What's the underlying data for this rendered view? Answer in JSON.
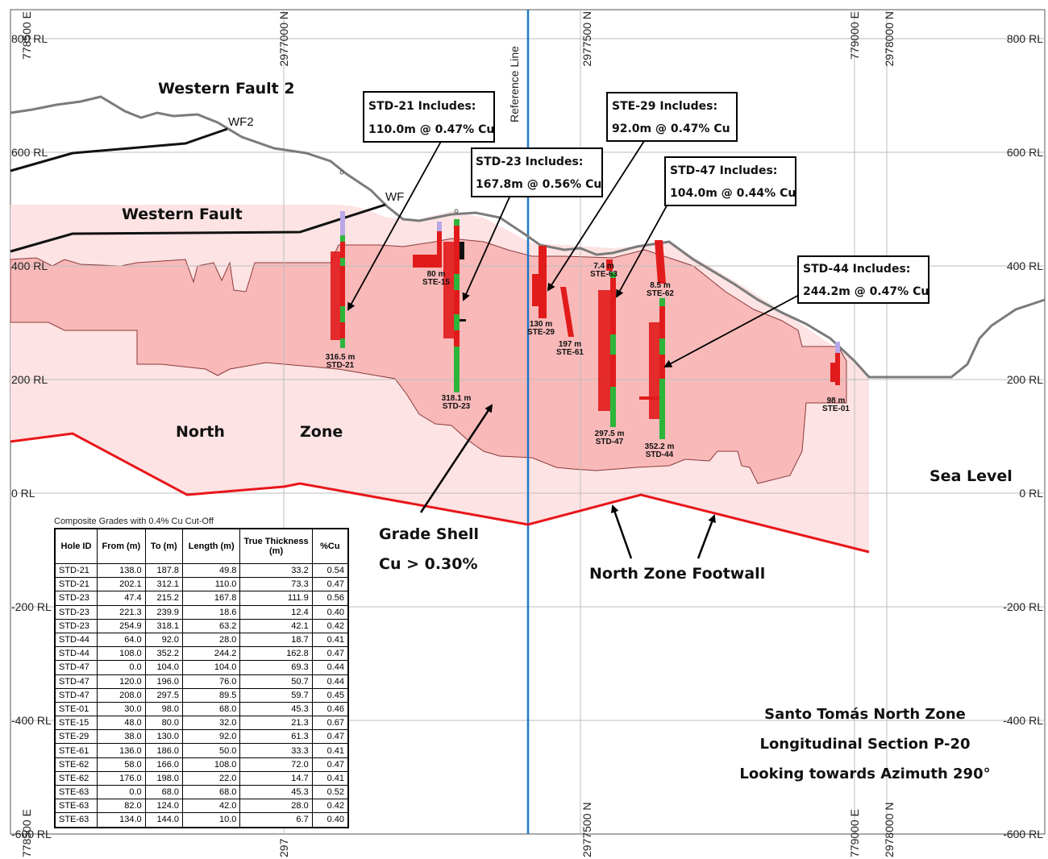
{
  "rl_labels_left": [
    "800 RL",
    "600 RL",
    "400 RL",
    "200 RL",
    "0 RL",
    "-200 RL",
    "-400 RL",
    "-600 RL"
  ],
  "rl_labels_right": [
    "800 RL",
    "600 RL",
    "400 RL",
    "200 RL",
    "0 RL",
    "-200 RL",
    "-400 RL",
    "-600 RL"
  ],
  "top_coords": [
    "778500 E",
    "2977000 N",
    "2977500 N",
    "779000 E",
    "2978000 N"
  ],
  "bottom_coords": [
    "778500 E",
    "297",
    "2977500 N",
    "779000 E",
    "2978000 N"
  ],
  "reference_line_label": "Reference Line",
  "fault_labels": {
    "western_fault_2": "Western Fault 2",
    "wf2": "WF2",
    "western_fault": "Western Fault",
    "wf": "WF"
  },
  "zone_labels": {
    "north": "North",
    "zone": "Zone",
    "sea_level": "Sea Level",
    "grade_shell_1": "Grade Shell",
    "grade_shell_2": "Cu > 0.30%",
    "footwall": "North Zone Footwall"
  },
  "callouts": [
    {
      "line1": "STD-21 Includes:",
      "line2": "110.0m @ 0.47% Cu"
    },
    {
      "line1": "STD-23 Includes:",
      "line2": "167.8m @ 0.56% Cu"
    },
    {
      "line1": "STE-29 Includes:",
      "line2": "92.0m @ 0.47% Cu"
    },
    {
      "line1": "STD-47 Includes:",
      "line2": "104.0m @ 0.44% Cu"
    },
    {
      "line1": "STD-44 Includes:",
      "line2": "244.2m @ 0.47% Cu"
    }
  ],
  "holes": [
    {
      "depth": "316.5 m",
      "id": "STD-21"
    },
    {
      "depth": "80 m",
      "id": "STE-15"
    },
    {
      "depth": "318.1 m",
      "id": "STD-23"
    },
    {
      "depth": "130 m",
      "id": "STE-29"
    },
    {
      "depth": "197 m",
      "id": "STE-61"
    },
    {
      "depth": "7.4 m",
      "id": "STE-63"
    },
    {
      "depth": "297.5 m",
      "id": "STD-47"
    },
    {
      "depth": "8.5 m",
      "id": "STE-62"
    },
    {
      "depth": "352.2 m",
      "id": "STD-44"
    },
    {
      "depth": "98 m",
      "id": "STE-01"
    }
  ],
  "title_block": [
    "Santo Tomás North Zone",
    "Longitudinal Section P-20",
    "Looking towards Azimuth 290°"
  ],
  "grades_table": {
    "title": "Composite Grades with 0.4% Cu Cut-Off",
    "headers": [
      "Hole ID",
      "From (m)",
      "To (m)",
      "Length (m)",
      "True Thickness (m)",
      "%Cu"
    ],
    "rows": [
      [
        "STD-21",
        "138.0",
        "187.8",
        "49.8",
        "33.2",
        "0.54"
      ],
      [
        "STD-21",
        "202.1",
        "312.1",
        "110.0",
        "73.3",
        "0.47"
      ],
      [
        "STD-23",
        "47.4",
        "215.2",
        "167.8",
        "111.9",
        "0.56"
      ],
      [
        "STD-23",
        "221.3",
        "239.9",
        "18.6",
        "12.4",
        "0.40"
      ],
      [
        "STD-23",
        "254.9",
        "318.1",
        "63.2",
        "42.1",
        "0.42"
      ],
      [
        "STD-44",
        "64.0",
        "92.0",
        "28.0",
        "18.7",
        "0.41"
      ],
      [
        "STD-44",
        "108.0",
        "352.2",
        "244.2",
        "162.8",
        "0.47"
      ],
      [
        "STD-47",
        "0.0",
        "104.0",
        "104.0",
        "69.3",
        "0.44"
      ],
      [
        "STD-47",
        "120.0",
        "196.0",
        "76.0",
        "50.7",
        "0.44"
      ],
      [
        "STD-47",
        "208.0",
        "297.5",
        "89.5",
        "59.7",
        "0.45"
      ],
      [
        "STE-01",
        "30.0",
        "98.0",
        "68.0",
        "45.3",
        "0.46"
      ],
      [
        "STE-15",
        "48.0",
        "80.0",
        "32.0",
        "21.3",
        "0.67"
      ],
      [
        "STE-29",
        "38.0",
        "130.0",
        "92.0",
        "61.3",
        "0.47"
      ],
      [
        "STE-61",
        "136.0",
        "186.0",
        "50.0",
        "33.3",
        "0.41"
      ],
      [
        "STE-62",
        "58.0",
        "166.0",
        "108.0",
        "72.0",
        "0.47"
      ],
      [
        "STE-62",
        "176.0",
        "198.0",
        "22.0",
        "14.7",
        "0.41"
      ],
      [
        "STE-63",
        "0.0",
        "68.0",
        "68.0",
        "45.3",
        "0.52"
      ],
      [
        "STE-63",
        "82.0",
        "124.0",
        "42.0",
        "28.0",
        "0.42"
      ],
      [
        "STE-63",
        "134.0",
        "144.0",
        "10.0",
        "6.7",
        "0.40"
      ]
    ]
  },
  "colors": {
    "grade_shell_fill": "#f9c4c4",
    "envelope_fill": "#fde3e3",
    "shell_outline": "#8a3b3b",
    "footwall": "#e8161b",
    "topography": "#7b7b7b",
    "reference_line": "#1f78c8",
    "drill_red": "#e11b1b",
    "drill_green": "#2db53a"
  }
}
